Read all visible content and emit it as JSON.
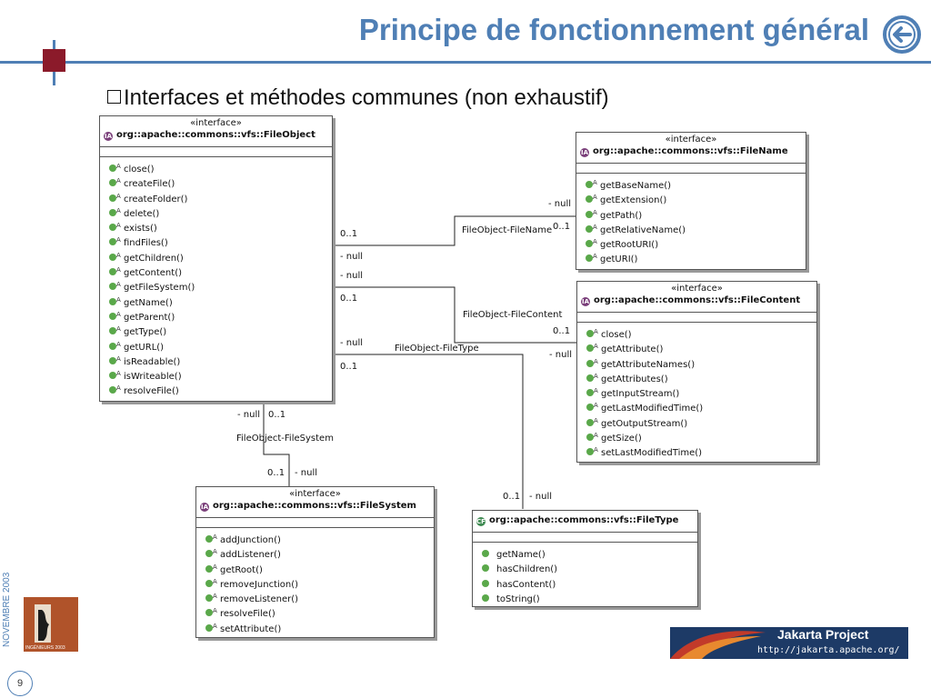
{
  "slide": {
    "title": "Principe de fonctionnement général",
    "bullet": "Interfaces et méthodes communes (non exhaustif)",
    "date": "NOVEMBRE 2003",
    "page_number": "9",
    "logo_ingenieurs_text": "INGÉNIEURS 2003",
    "jakarta_logo_title": "Jakarta Project",
    "jakarta_logo_url": "http://jakarta.apache.org/"
  },
  "colors": {
    "accent": "#4f7fb5",
    "deco_square": "#8b1a2a",
    "method_icon": "#5aa84a"
  },
  "classes": {
    "fileobject": {
      "stereotype": "«interface»",
      "name": "org::apache::commons::vfs::FileObject",
      "icon": "interface-icon",
      "methods": [
        "close()",
        "createFile()",
        "createFolder()",
        "delete()",
        "exists()",
        "findFiles()",
        "getChildren()",
        "getContent()",
        "getFileSystem()",
        "getName()",
        "getParent()",
        "getType()",
        "getURL()",
        "isReadable()",
        "isWriteable()",
        "resolveFile()"
      ]
    },
    "filename": {
      "stereotype": "«interface»",
      "name": "org::apache::commons::vfs::FileName",
      "icon": "interface-icon",
      "methods": [
        "getBaseName()",
        "getExtension()",
        "getPath()",
        "getRelativeName()",
        "getRootURI()",
        "getURI()"
      ]
    },
    "filecontent": {
      "stereotype": "«interface»",
      "name": "org::apache::commons::vfs::FileContent",
      "icon": "interface-icon",
      "methods": [
        "close()",
        "getAttribute()",
        "getAttributeNames()",
        "getAttributes()",
        "getInputStream()",
        "getLastModifiedTime()",
        "getOutputStream()",
        "getSize()",
        "setLastModifiedTime()"
      ]
    },
    "filesystem": {
      "stereotype": "«interface»",
      "name": "org::apache::commons::vfs::FileSystem",
      "icon": "interface-icon",
      "methods": [
        "addJunction()",
        "addListener()",
        "getRoot()",
        "removeJunction()",
        "removeListener()",
        "resolveFile()",
        "setAttribute()"
      ]
    },
    "filetype": {
      "name": "org::apache::commons::vfs::FileType",
      "icon": "class-icon",
      "methods": [
        "getName()",
        "hasChildren()",
        "hasContent()",
        "toString()"
      ]
    }
  },
  "associations": {
    "name_assoc": {
      "label": "FileObject-FileName",
      "fo_mult": "0..1",
      "fo_role": "- null",
      "target_role": "- null",
      "target_mult": "0..1"
    },
    "content_assoc": {
      "label": "FileObject-FileContent",
      "fo_role": "- null",
      "fo_mult": "0..1",
      "target_mult": "0..1",
      "target_role": "- null"
    },
    "type_assoc": {
      "label": "FileObject-FileType",
      "fo_role": "- null",
      "fo_mult": "0..1",
      "target_mult": "0..1",
      "target_role": "- null"
    },
    "system_assoc": {
      "label": "FileObject-FileSystem",
      "fo_role": "- null",
      "fo_mult": "0..1",
      "target_mult": "0..1",
      "target_role": "- null"
    }
  }
}
